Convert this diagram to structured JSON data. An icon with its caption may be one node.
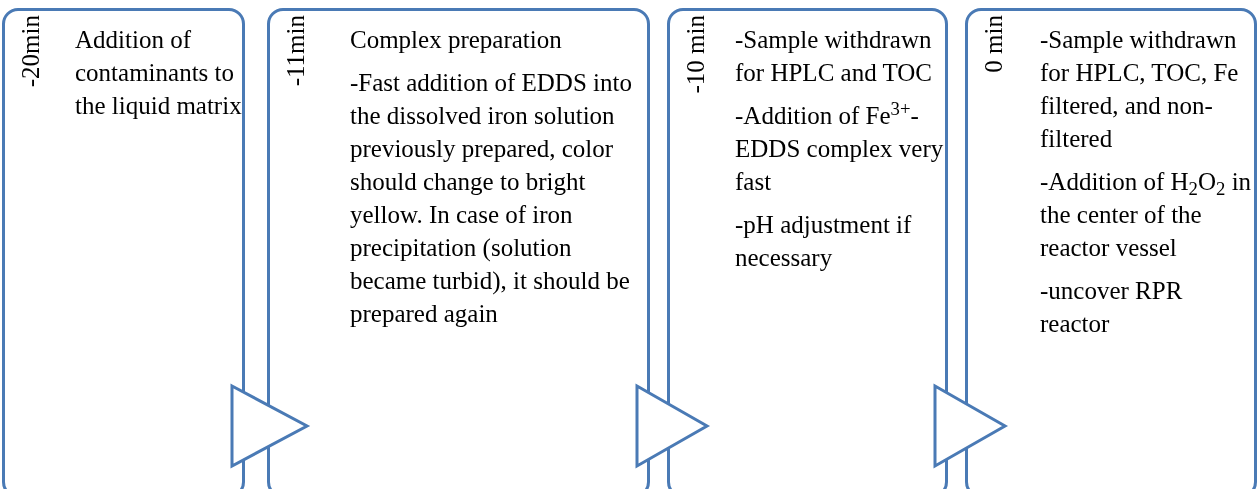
{
  "diagram": {
    "nodes": [
      {
        "text": [
          "-20min",
          "Addition of contaminants to the liquid matrix"
        ]
      },
      {
        "text": [
          "-11min",
          "Complex preparation",
          "-Fast addition of EDDS into the dissolved iron solution previously prepared, color should change to bright yellow. In case of iron precipitation (solution became turbid), it should be prepared again"
        ]
      },
      {
        "text": [
          "-10 min",
          "-Sample withdrawn for HPLC and TOC",
          "-Addition of Fe$^{3+}$-EDDS complex very fast",
          "-pH adjustment if necessary"
        ]
      },
      {
        "text": [
          "0 min",
          "-Sample withdrawn for HPLC, TOC, Fe filtered, and non-filtered",
          "-Addition of H$_{2}$O$_{2}$ in the center of the reactor vessel",
          "-uncover RPR reactor"
        ]
      }
    ],
    "edges": [
      {
        "from": 0,
        "to": 1,
        "arrow": "to"
      },
      {
        "from": 1,
        "to": 2,
        "arrow": "to"
      },
      {
        "from": 2,
        "to": 3,
        "arrow": "to"
      }
    ]
  }
}
